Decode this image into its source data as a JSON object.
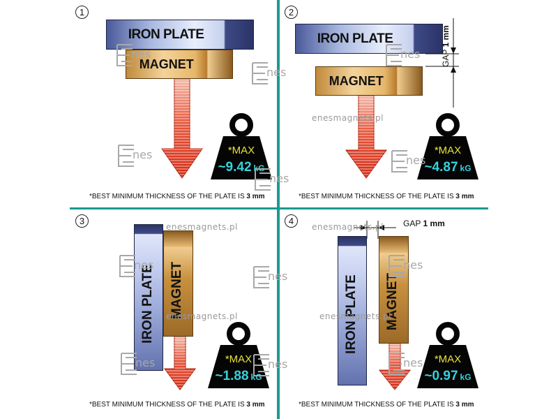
{
  "panels": [
    {
      "number": "1",
      "plate_label": "IRON PLATE",
      "magnet_label": "MAGNET",
      "max_label": "*MAX",
      "force": "~9.42",
      "unit": "kG",
      "note_prefix": "*BEST MINIMUM THICKNESS OF THE PLATE IS",
      "note_value": "3 mm"
    },
    {
      "number": "2",
      "plate_label": "IRON PLATE",
      "magnet_label": "MAGNET",
      "max_label": "*MAX",
      "force": "~4.87",
      "unit": "kG",
      "gap_label": "GAP",
      "gap_value": "1 mm",
      "note_prefix": "*BEST MINIMUM THICKNESS OF THE PLATE IS",
      "note_value": "3 mm"
    },
    {
      "number": "3",
      "plate_label": "IRON  PLATE",
      "magnet_label": "MAGNET",
      "max_label": "*MAX",
      "force": "~1.88",
      "unit": "kG",
      "note_prefix": "*BEST MINIMUM THICKNESS OF THE PLATE IS",
      "note_value": "3 mm"
    },
    {
      "number": "4",
      "plate_label": "IRON PLATE",
      "magnet_label": "MAGNET",
      "max_label": "*MAX",
      "force": "~0.97",
      "unit": "kG",
      "gap_label": "GAP",
      "gap_value": "1 mm",
      "note_prefix": "*BEST MINIMUM THICKNESS OF THE PLATE IS",
      "note_value": "3 mm"
    }
  ],
  "watermark": {
    "url": "enesmagnets.pl",
    "logo_text": "nes"
  },
  "colors": {
    "divider": "#1a9990",
    "arrow": "#e0351c",
    "weight": "#050505",
    "max_text": "#e8e23a",
    "force_text": "#35d2dd"
  }
}
